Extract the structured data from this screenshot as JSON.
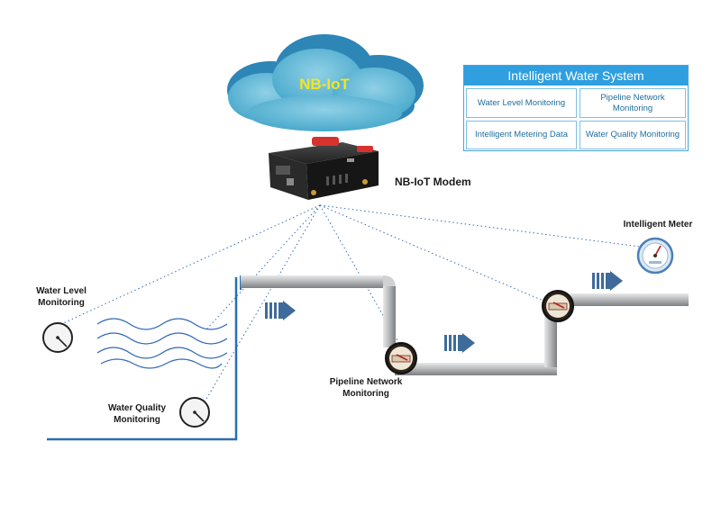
{
  "cloud": {
    "label": "NB-IoT"
  },
  "modem": {
    "label": "NB-IoT Modem"
  },
  "legend": {
    "title": "Intelligent Water System",
    "cells": [
      "Water Level Monitoring",
      "Pipeline Network Monitoring",
      "Intelligent Metering Data",
      "Water Quality Monitoring"
    ]
  },
  "labels": {
    "water_level": "Water Level Monitoring",
    "water_quality": "Water Quality Monitoring",
    "pipeline": "Pipeline Network Monitoring",
    "meter": "Intelligent Meter"
  },
  "colors": {
    "cloud_front": "#5ab7d6",
    "cloud_back": "#2d86b6",
    "cloud_text": "#f7e51a",
    "legend_header": "#2f9fe0",
    "arrow": "#3f6b9a",
    "pipe": "#a9acae",
    "tank": "#2a6fb0"
  }
}
